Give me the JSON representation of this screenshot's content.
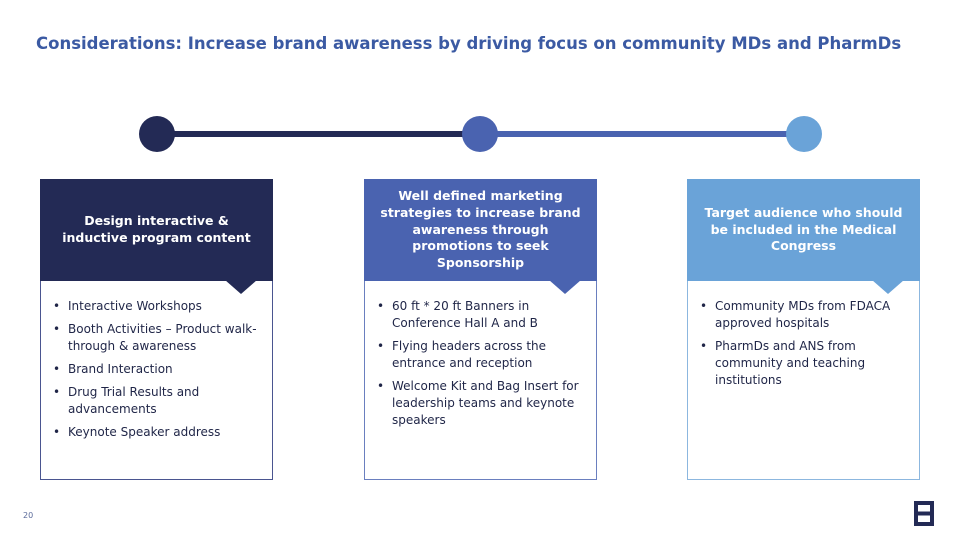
{
  "slide": {
    "title": "Considerations: Increase brand awareness by driving focus on community MDs and PharmDs",
    "page_number": "20"
  },
  "colors": {
    "title": "#3b5aa3",
    "navy": "#232a55",
    "medium_blue": "#4a63b0",
    "light_blue": "#6aa3d8"
  },
  "columns": [
    {
      "header": "Design interactive & inductive program content",
      "items": [
        "Interactive Workshops",
        "Booth Activities – Product walk-through & awareness",
        "Brand Interaction",
        "Drug Trial Results and advancements",
        "Keynote Speaker address"
      ]
    },
    {
      "header": "Well defined marketing strategies to increase brand awareness through promotions to seek Sponsorship",
      "items": [
        "60 ft * 20 ft Banners in Conference Hall A and B",
        "Flying headers across the entrance and reception",
        "Welcome Kit and Bag Insert for leadership teams and keynote speakers"
      ]
    },
    {
      "header": "Target audience who should be included in the Medical Congress",
      "items": [
        "Community MDs from FDACA approved hospitals",
        "PharmDs and ANS from community and teaching institutions"
      ]
    }
  ],
  "logo": {
    "icon": "company-logo-icon"
  }
}
